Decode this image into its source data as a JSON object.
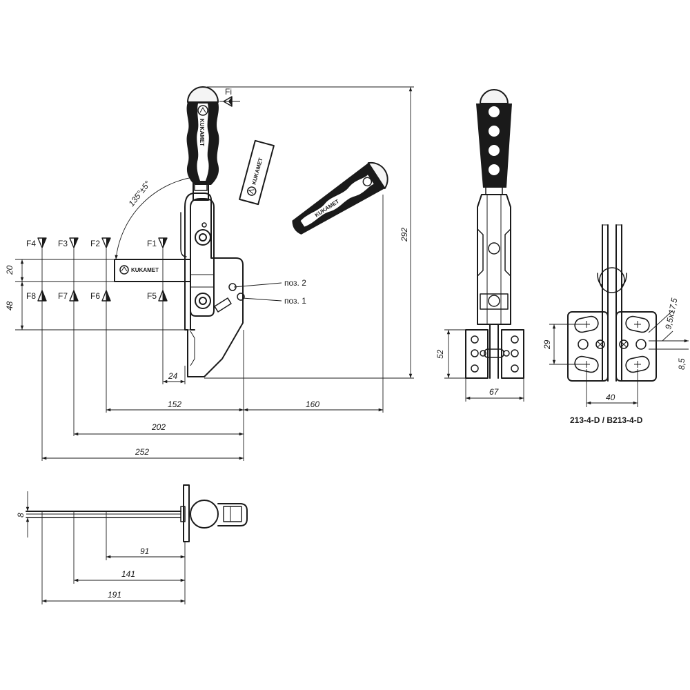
{
  "brand": "KUKAMET",
  "angle_label": "135°±5°",
  "force_label_top": "Fi",
  "force_labels_top": [
    "F4",
    "F3",
    "F2",
    "F1"
  ],
  "force_labels_bottom": [
    "F8",
    "F7",
    "F6",
    "F5"
  ],
  "positions": {
    "pos2": "поз. 2",
    "pos1": "поз. 1"
  },
  "dimensions": {
    "h20": "20",
    "h48": "48",
    "d24": "24",
    "d152": "152",
    "d160": "160",
    "d202": "202",
    "d252": "252",
    "h292": "292",
    "h52": "52",
    "d67": "67",
    "h29": "29",
    "d40": "40",
    "slot": "9,5x17,5",
    "d8_5": "8,5",
    "h8": "8",
    "d91": "91",
    "d141": "141",
    "d191": "191"
  },
  "model_label": "213-4-D / B213-4-D"
}
